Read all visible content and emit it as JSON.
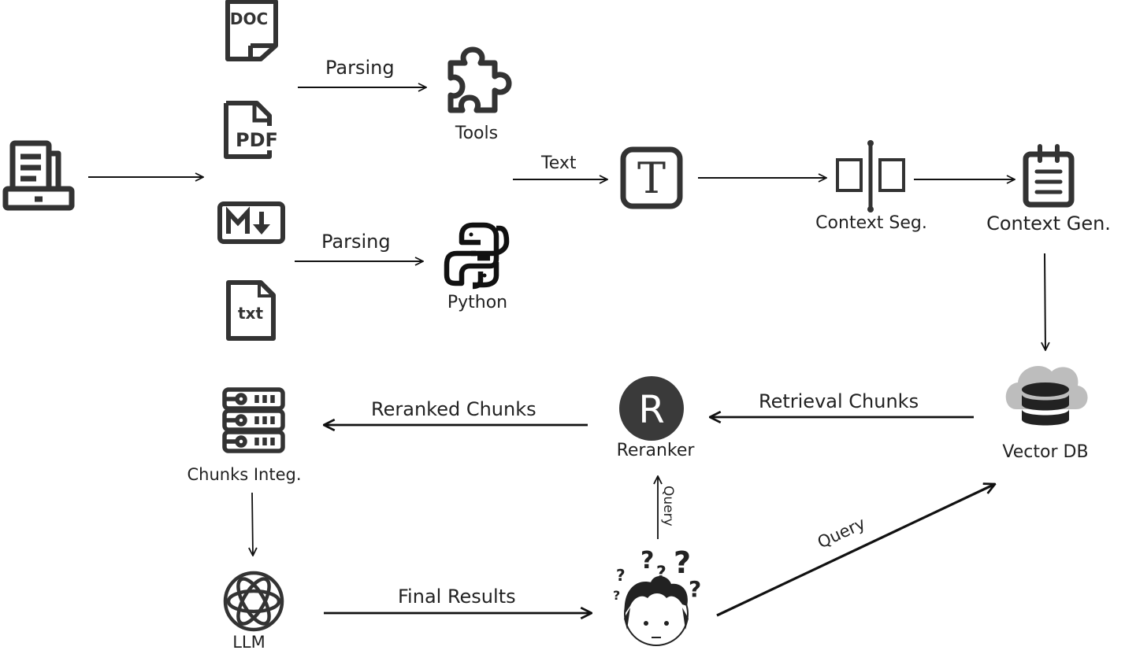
{
  "labels": {
    "parsing_top": "Parsing",
    "tools": "Tools",
    "text_arrow": "Text",
    "parsing_bottom": "Parsing",
    "python": "Python",
    "context_seg": "Context Seg.",
    "context_gen": "Context Gen.",
    "vector_db": "Vector DB",
    "retrieval_chunks": "Retrieval Chunks",
    "reranker": "Reranker",
    "reranked_chunks": "Reranked Chunks",
    "chunks_integ": "Chunks Integ.",
    "llm": "LLM",
    "final_results": "Final Results",
    "query_vertical": "Query",
    "query_diagonal": "Query"
  },
  "icon_text": {
    "doc": "DOC",
    "pdf": "PDF",
    "txt": "txt",
    "text_symbol": "T",
    "reranker_letter": "R"
  },
  "icons": [
    "document-archive-icon",
    "doc-file-icon",
    "pdf-file-icon",
    "markdown-file-icon",
    "txt-file-icon",
    "puzzle-icon",
    "python-icon",
    "text-tool-icon",
    "context-segment-icon",
    "notepad-icon",
    "cloud-database-icon",
    "reranker-icon",
    "server-icon",
    "openai-icon",
    "confused-user-icon"
  ],
  "colors": {
    "icon": "#333333",
    "arrow": "#111111",
    "cloud": "#bdbdbd",
    "reranker_bg": "#3a3a3a"
  }
}
